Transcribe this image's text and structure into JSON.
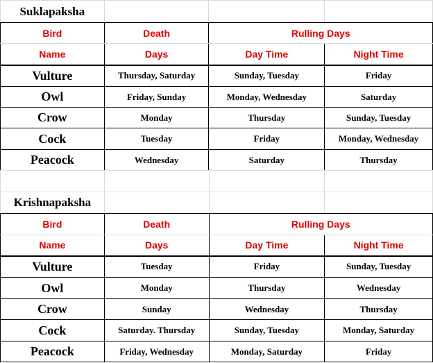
{
  "sections": [
    {
      "title": "Suklapaksha",
      "header": {
        "bird_top": "Bird",
        "bird_bottom": "Name",
        "death_top": "Death",
        "death_bottom": "Days",
        "rulling": "Rulling Days",
        "day_time": "Day Time",
        "night_time": "Night Time"
      },
      "rows": [
        {
          "bird": "Vulture",
          "death": "Thursday, Saturday",
          "day": "Sunday, Tuesday",
          "night": "Friday"
        },
        {
          "bird": "Owl",
          "death": "Friday, Sunday",
          "day": "Monday, Wednesday",
          "night": "Saturday"
        },
        {
          "bird": "Crow",
          "death": "Monday",
          "day": "Thursday",
          "night": "Sunday, Tuesday"
        },
        {
          "bird": "Cock",
          "death": "Tuesday",
          "day": "Friday",
          "night": "Monday, Wednesday"
        },
        {
          "bird": "Peacock",
          "death": "Wednesday",
          "day": "Saturday",
          "night": "Thursday"
        }
      ]
    },
    {
      "title": "Krishnapaksha",
      "header": {
        "bird_top": "Bird",
        "bird_bottom": "Name",
        "death_top": "Death",
        "death_bottom": "Days",
        "rulling": "Rulling Days",
        "day_time": "Day Time",
        "night_time": "Night Time"
      },
      "rows": [
        {
          "bird": "Vulture",
          "death": "Tuesday",
          "day": "Friday",
          "night": "Sunday, Tuesday"
        },
        {
          "bird": "Owl",
          "death": "Monday",
          "day": "Thursday",
          "night": "Wednesday"
        },
        {
          "bird": "Crow",
          "death": "Sunday",
          "day": "Wednesday",
          "night": "Thursday"
        },
        {
          "bird": "Cock",
          "death": "Saturday. Thursday",
          "day": "Sunday, Tuesday",
          "night": "Monday, Saturday"
        },
        {
          "bird": "Peacock",
          "death": "Friday, Wednesday",
          "day": "Monday, Saturday",
          "night": "Friday"
        }
      ]
    }
  ],
  "colors": {
    "header_text": "#e00000",
    "body_text": "#000000",
    "gridline": "#d9d9d9"
  }
}
